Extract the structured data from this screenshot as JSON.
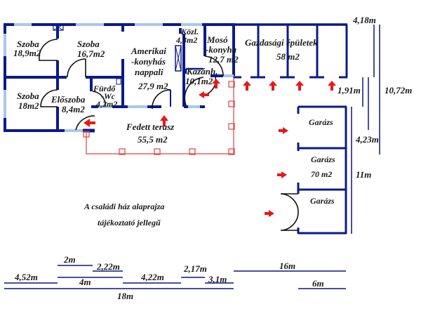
{
  "rooms": {
    "szoba1": {
      "name": "Szoba",
      "area": "18,9m2"
    },
    "szoba2": {
      "name": "Szoba",
      "area": "16,7m2"
    },
    "szoba3": {
      "name": "Szoba",
      "area": "18m2"
    },
    "eloszoba": {
      "name": "Előszoba",
      "area": "8,4m2"
    },
    "furdo": {
      "name1": "Fürdő",
      "name2": "-Wc",
      "area": "4,2m2"
    },
    "nappali": {
      "name1": "Amerikai",
      "name2": "-konyhás",
      "name3": "nappali",
      "area": "27,9 m2"
    },
    "kozl": {
      "name": "Közl.",
      "area": "4,3m2"
    },
    "moso": {
      "name1": "Mosó",
      "name2": "-konyha",
      "area": "12,7 m2"
    },
    "kazan": {
      "name": "Kazánh.",
      "area": "10,1m2"
    },
    "terasz": {
      "name": "Fedett terasz",
      "area": "55,5 m2"
    },
    "gazdasagi": {
      "name": "Gazdasági épületek",
      "area": "58 m2"
    },
    "garazs1": {
      "name": "Garázs"
    },
    "garazs2": {
      "name": "Garázs",
      "area": "70 m2"
    },
    "garazs3": {
      "name": "Garázs"
    }
  },
  "caption": {
    "line1": "A családi ház alaprajza",
    "line2": "tájékoztató jellegű"
  },
  "dimensions": {
    "d_418": "4,18m",
    "d_1072": "10,72m",
    "d_191": "1,91m",
    "d_423": "4,23m",
    "d_11": "11m",
    "d_2": "2m",
    "d_222": "2,22m",
    "d_452": "4,52m",
    "d_4": "4m",
    "d_422": "4,22m",
    "d_217": "2,17m",
    "d_31": "3,1m",
    "d_16": "16m",
    "d_6": "6m",
    "d_18": "18m"
  },
  "colors": {
    "wall": "#0b1a8a",
    "window": "#a8c8ea",
    "terrace": "#e04040",
    "arrow": "#e81818",
    "dimension": "#4a4f9a"
  }
}
